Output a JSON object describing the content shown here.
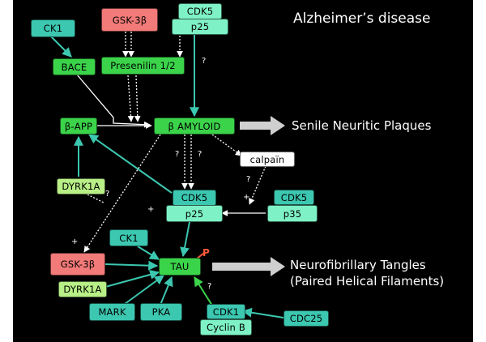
{
  "title": "Alzheimer’s disease",
  "nodes": {
    "ck1_top": "CK1",
    "gsk3b_top": "GSK-3β",
    "cdk5_top": "CDK5",
    "p25_top": "p25",
    "bace": "BACE",
    "presenilin": "Presenilin 1/2",
    "bapp": "β-APP",
    "bamyloid": "β AMYLOID",
    "calpain": "calpaïn",
    "dyrk1a_left": "DYRK1A",
    "cdk5_mid": "CDK5",
    "p25_mid": "p25",
    "cdk5_right": "CDK5",
    "p35": "p35",
    "ck1_mid": "CK1",
    "gsk3b_bottom": "GSK-3β",
    "tau": "TAU",
    "dyrk1a_bottom": "DYRK1A",
    "mark": "MARK",
    "pka": "PKA",
    "cdk1": "CDK1",
    "cyclin_b": "Cyclin B",
    "cdc25": "CDC25"
  },
  "outcomes": {
    "plaques": "Senile Neuritic Plaques",
    "tangles_line1": "Neurofibrillary Tangles",
    "tangles_line2": "(Paired Helical Filaments)"
  },
  "marks": {
    "q1": "?",
    "q2": "?",
    "q3": "?",
    "q4": "?",
    "q5": "?",
    "q6": "?",
    "plus1": "+",
    "plus2": "+",
    "plus3": "+",
    "phospho": "P"
  },
  "colors": {
    "background": "#000000",
    "teal": "#3cc7b0",
    "green": "#3bd34a",
    "pale_green": "#7ef2c6",
    "red": "#f27a78",
    "connector_teal": "#3cc7b0",
    "connector_dotted": "#ffffff",
    "connector_green": "#3bd34a",
    "outcome_arrow": "#cfcfcf"
  }
}
